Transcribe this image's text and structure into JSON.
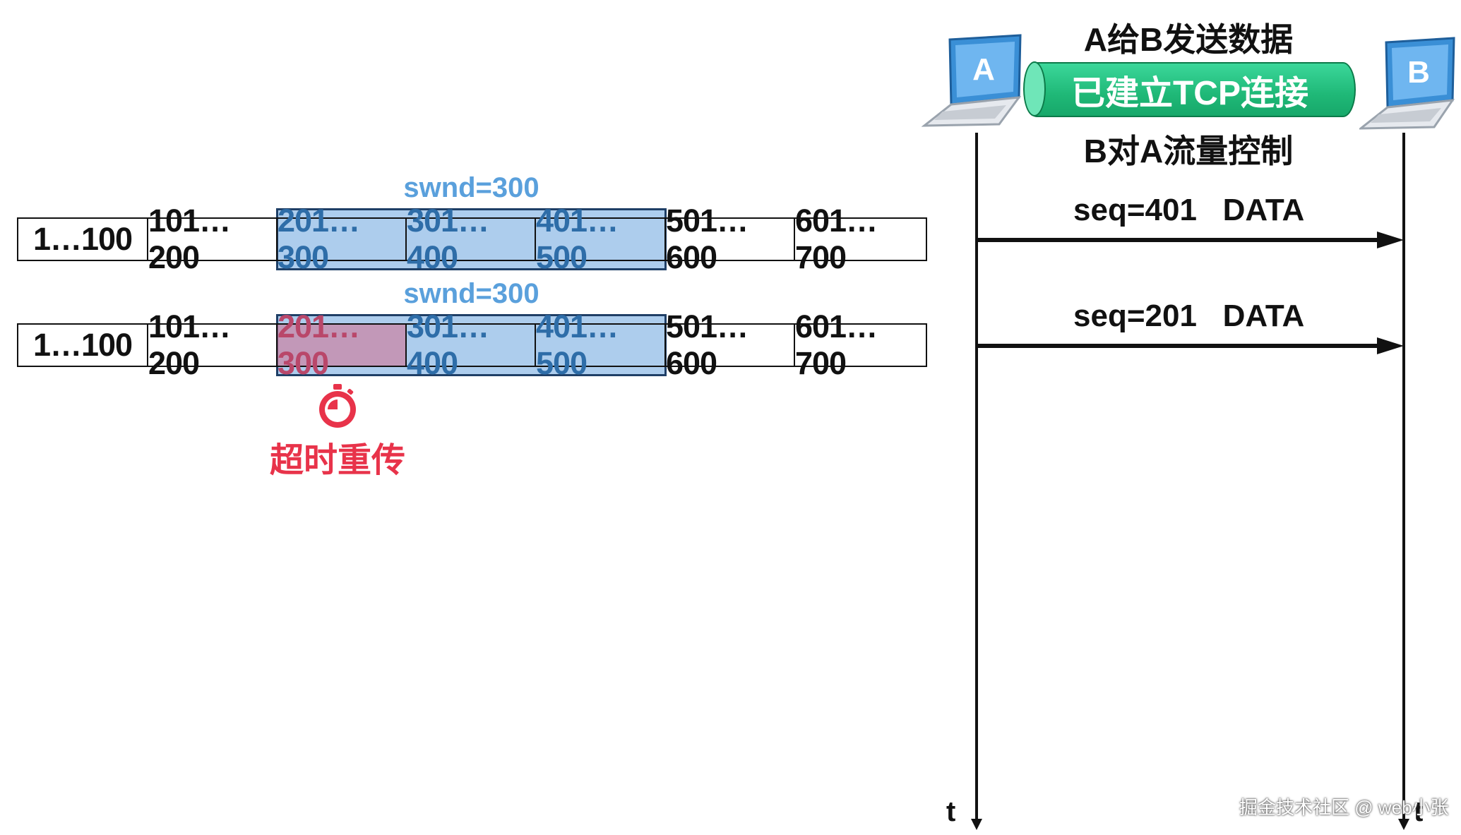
{
  "buffer": {
    "cells": [
      "1…100",
      "101…200",
      "201…300",
      "301…400",
      "401…500",
      "501…600",
      "601…700"
    ]
  },
  "window1": {
    "label": "swnd=300"
  },
  "window2": {
    "label": "swnd=300"
  },
  "timeout": {
    "label": "超时重传"
  },
  "header": {
    "title": "A给B发送数据",
    "connection": "已建立TCP连接",
    "flow_control": "B对A流量控制"
  },
  "hosts": {
    "a": "A",
    "b": "B"
  },
  "messages": [
    {
      "label": "seq=401   DATA"
    },
    {
      "label": "seq=201   DATA"
    }
  ],
  "time_axis": {
    "label": "t"
  },
  "watermark": "掘金技术社区 @ web小张",
  "colors": {
    "window_fill": "#4a90d6",
    "window_label": "#5aa0dc",
    "timeout": "#e8334a",
    "connection": "#1fb877"
  }
}
